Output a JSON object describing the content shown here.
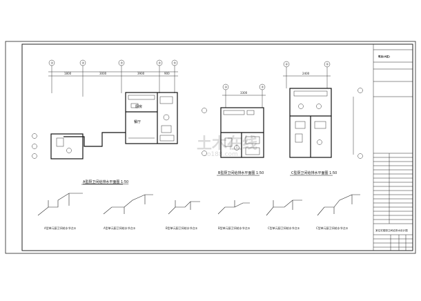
{
  "watermark": {
    "main": "土木在线",
    "sub": "co188.com"
  },
  "plans": {
    "a_title": "A型厨卫间给排水平面图 1:50",
    "b_title": "B型厨卫间给排水平面图 1:50",
    "c_title": "C型厨卫间给排水平面图 1:50",
    "a_rooms": {
      "kitchen": "厨房",
      "dining": "餐厅"
    },
    "a_dims": [
      "1800",
      "3000",
      "3900",
      "900"
    ],
    "b_dims": [
      "3300"
    ],
    "c_dims": [
      "2400"
    ],
    "axis_a": [
      "①",
      "②",
      "③",
      "④",
      "⑤"
    ],
    "axis_b": [
      "①",
      "③"
    ],
    "axis_c": [
      "④",
      "⑤"
    ]
  },
  "details": [
    "A型单元厨卫间给水节点①",
    "A型单元厨卫间给水节点②",
    "B型单元厨卫间给水节点①",
    "B型单元厨卫间给水节点②",
    "C型单元厨卫间给水节点①",
    "C型单元厨卫间给水节点②"
  ],
  "title_block": {
    "company": "筑业(A区)",
    "drawing_title": "某住宅楼厨卫间给排水设计图"
  }
}
